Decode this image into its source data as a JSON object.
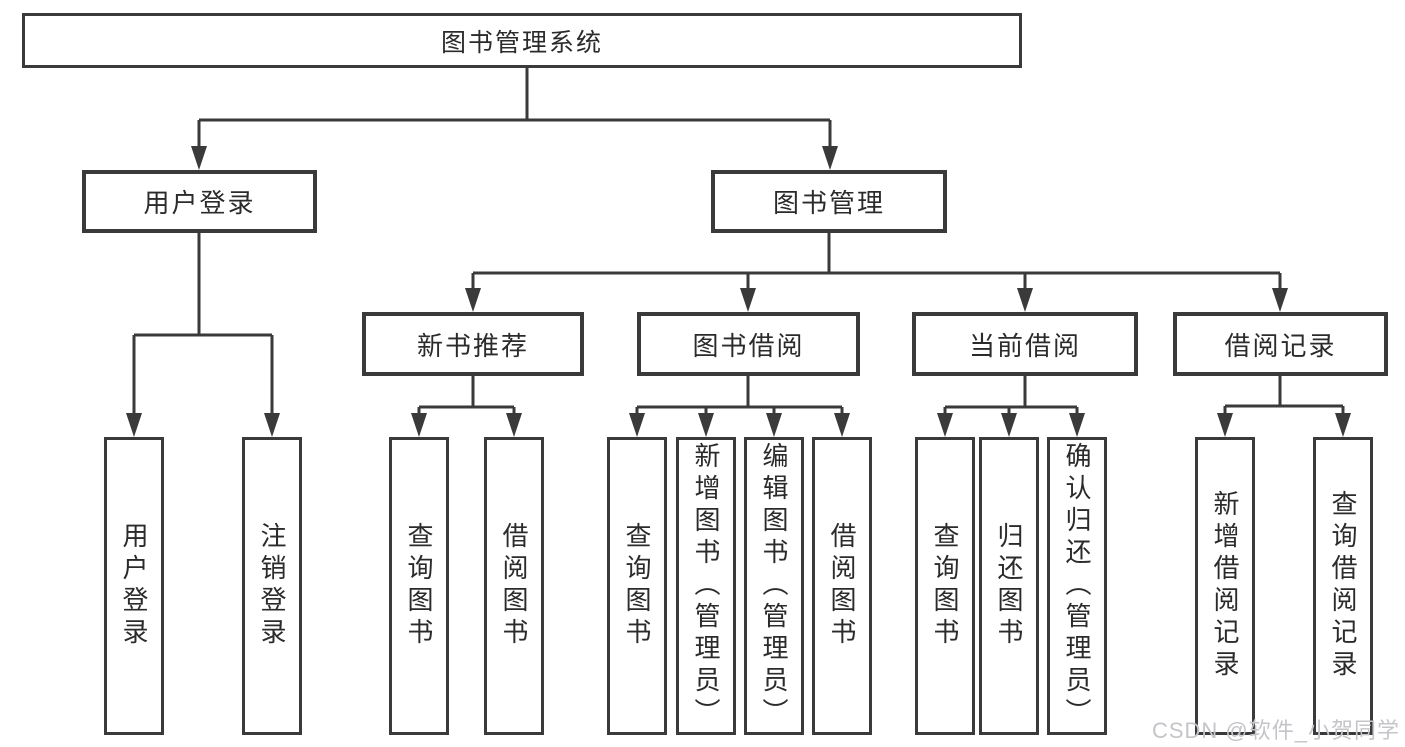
{
  "structure": {
    "label": "图书管理系统",
    "children": [
      {
        "label": "用户登录",
        "children": [
          {
            "label": "用户登录"
          },
          {
            "label": "注销登录"
          }
        ]
      },
      {
        "label": "图书管理",
        "children": [
          {
            "label": "新书推荐",
            "children": [
              {
                "label": "查询图书"
              },
              {
                "label": "借阅图书"
              }
            ]
          },
          {
            "label": "图书借阅",
            "children": [
              {
                "label": "查询图书"
              },
              {
                "label": "新增图书（管理员）"
              },
              {
                "label": "编辑图书（管理员）"
              },
              {
                "label": "借阅图书"
              }
            ]
          },
          {
            "label": "当前借阅",
            "children": [
              {
                "label": "查询图书"
              },
              {
                "label": "归还图书"
              },
              {
                "label": "确认归还（管理员）"
              }
            ]
          },
          {
            "label": "借阅记录",
            "children": [
              {
                "label": "新增借阅记录"
              },
              {
                "label": "查询借阅记录"
              }
            ]
          }
        ]
      }
    ]
  },
  "watermark": {
    "text": "CSDN @软件_小贺同学"
  },
  "colors": {
    "line": "#3a3a3a",
    "text": "#2b2b2b",
    "watermark": "#c4c4c9",
    "background": "#ffffff"
  }
}
